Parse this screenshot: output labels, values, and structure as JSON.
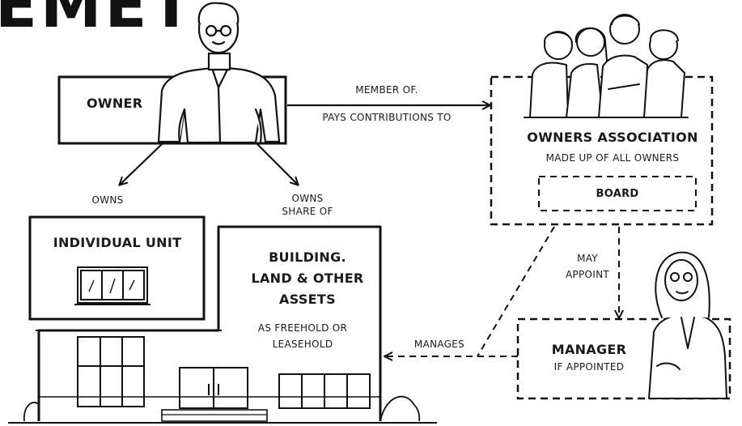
{
  "logo_text": "EMET",
  "owner": {
    "label": "OWNER"
  },
  "relations": {
    "member_of": "MEMBER OF.",
    "pays_contributions": "PAYS CONTRIBUTIONS TO",
    "owns": "OWNS",
    "owns_share_line1": "OWNS",
    "owns_share_line2": "SHARE OF",
    "may_appoint_line1": "MAY",
    "may_appoint_line2": "APPOINT",
    "manages": "MANAGES"
  },
  "association": {
    "title": "OWNERS ASSOCIATION",
    "subtitle": "MADE UP OF ALL OWNERS",
    "board": "BOARD"
  },
  "unit": {
    "label": "INDIVIDUAL UNIT"
  },
  "building": {
    "line1": "BUILDING.",
    "line2": "LAND & OTHER",
    "line3": "ASSETS",
    "note1": "AS FREEHOLD OR",
    "note2": "LEASEHOLD"
  },
  "manager": {
    "title": "MANAGER",
    "subtitle": "IF APPOINTED"
  }
}
